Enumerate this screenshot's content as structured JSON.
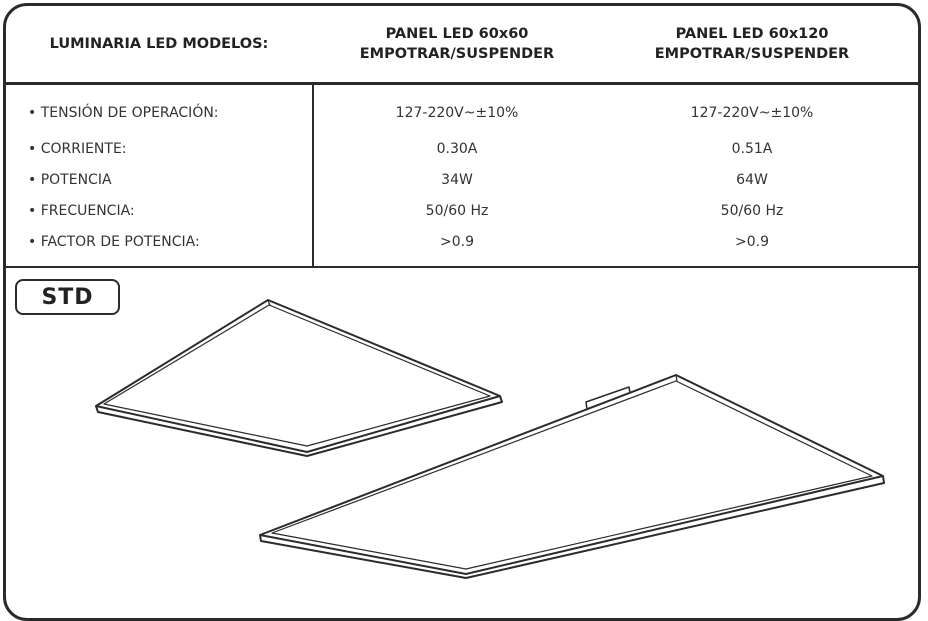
{
  "header": {
    "col_label": "LUMINARIA LED MODELOS:",
    "col_60x60": "PANEL LED 60x60\nEMPOTRAR/SUSPENDER",
    "col_60x120": "PANEL LED 60x120\nEMPOTRAR/SUSPENDER"
  },
  "specs": [
    {
      "label": "• TENSIÓN DE OPERACIÓN:",
      "v60x60": "127-220V~±10%",
      "v60x120": "127-220V~±10%"
    },
    {
      "label": "• CORRIENTE:",
      "v60x60": "0.30A",
      "v60x120": "0.51A"
    },
    {
      "label": "• POTENCIA",
      "v60x60": "34W",
      "v60x120": "64W"
    },
    {
      "label": "• FRECUENCIA:",
      "v60x60": "50/60 Hz",
      "v60x120": "50/60 Hz"
    },
    {
      "label": "• FACTOR DE POTENCIA:",
      "v60x60": ">0.9",
      "v60x120": ">0.9"
    }
  ],
  "badge": "STD",
  "colors": {
    "border": "#2b2b2b",
    "text": "#222222"
  }
}
